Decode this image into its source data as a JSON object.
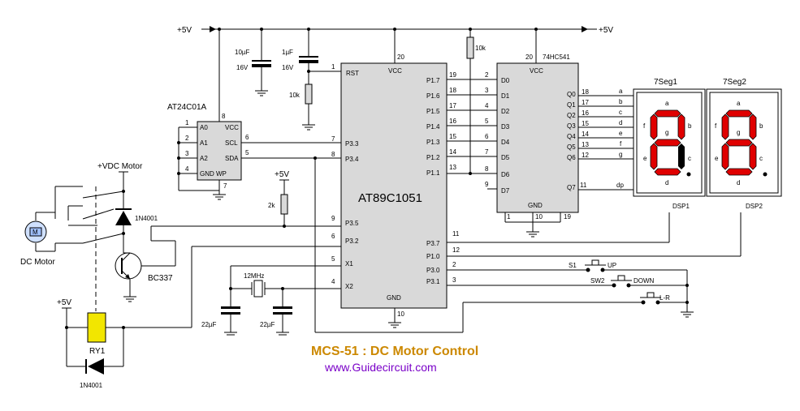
{
  "title": "MCS-51 : DC Motor Control",
  "url": "www.Guidecircuit.com",
  "supply": {
    "rail_left": "+5V",
    "rail_right": "+5V",
    "vdc_motor": "+VDC Motor",
    "relay_plus": "+5V",
    "pullup_plus": "+5V"
  },
  "mcu": {
    "name": "AT89C1051",
    "rst": "RST",
    "rst_pin": "1",
    "vcc": "VCC",
    "vcc_pin": "20",
    "gnd": "GND",
    "gnd_pin": "10",
    "left_pins": [
      {
        "num": "7",
        "name": "P3.3"
      },
      {
        "num": "8",
        "name": "P3.4"
      },
      {
        "num": "9",
        "name": "P3.5"
      },
      {
        "num": "6",
        "name": "P3.2"
      },
      {
        "num": "5",
        "name": "X1"
      },
      {
        "num": "4",
        "name": "X2"
      }
    ],
    "right_pins": [
      {
        "num": "19",
        "name": "P1.7"
      },
      {
        "num": "18",
        "name": "P1.6"
      },
      {
        "num": "17",
        "name": "P1.5"
      },
      {
        "num": "16",
        "name": "P1.4"
      },
      {
        "num": "15",
        "name": "P1.3"
      },
      {
        "num": "14",
        "name": "P1.2"
      },
      {
        "num": "13",
        "name": "P1.1"
      },
      {
        "num": "11",
        "name": "P3.7"
      },
      {
        "num": "12",
        "name": "P1.0"
      },
      {
        "num": "2",
        "name": "P3.0"
      },
      {
        "num": "3",
        "name": "P3.1"
      }
    ]
  },
  "buffer": {
    "name": "74HC541",
    "vcc": "VCC",
    "vcc_pin": "20",
    "gnd": "GND",
    "bottom_pins": [
      "1",
      "10",
      "19"
    ],
    "inputs": [
      {
        "num": "2",
        "name": "D0"
      },
      {
        "num": "3",
        "name": "D1"
      },
      {
        "num": "4",
        "name": "D2"
      },
      {
        "num": "5",
        "name": "D3"
      },
      {
        "num": "6",
        "name": "D4"
      },
      {
        "num": "7",
        "name": "D5"
      },
      {
        "num": "8",
        "name": "D6"
      },
      {
        "num": "9",
        "name": "D7"
      }
    ],
    "outputs": [
      {
        "num": "18",
        "name": "Q0",
        "seg": "a"
      },
      {
        "num": "17",
        "name": "Q1",
        "seg": "b"
      },
      {
        "num": "16",
        "name": "Q2",
        "seg": "c"
      },
      {
        "num": "15",
        "name": "Q3",
        "seg": "d"
      },
      {
        "num": "14",
        "name": "Q4",
        "seg": "e"
      },
      {
        "num": "13",
        "name": "Q5",
        "seg": "f"
      },
      {
        "num": "12",
        "name": "Q6",
        "seg": "g"
      },
      {
        "num": "11",
        "name": "Q7",
        "seg": "dp"
      }
    ]
  },
  "eeprom": {
    "name": "AT24C01A",
    "vcc_pin": "8",
    "gnd_pin": "7",
    "pins": [
      {
        "num": "1",
        "name": "A0"
      },
      {
        "num": "2",
        "name": "A1"
      },
      {
        "num": "3",
        "name": "A2"
      },
      {
        "num": "4",
        "name": "GND"
      }
    ],
    "right": [
      {
        "num": "8",
        "name": "VCC"
      },
      {
        "num": "6",
        "name": "SCL"
      },
      {
        "num": "5",
        "name": "SDA"
      },
      {
        "num": "",
        "name": "WP"
      }
    ]
  },
  "displays": [
    {
      "name": "7Seg1",
      "ref": "DSP1",
      "segs": [
        "a",
        "b",
        "c",
        "d",
        "e",
        "f",
        "g"
      ]
    },
    {
      "name": "7Seg2",
      "ref": "DSP2",
      "segs": [
        "a",
        "b",
        "c",
        "d",
        "e",
        "f",
        "g"
      ]
    }
  ],
  "parts": {
    "c1": "10µF",
    "c1v": "16V",
    "c2": "1µF",
    "c2v": "16V",
    "r_rst": "10k",
    "r_top": "10k",
    "r_pull": "2k",
    "crystal": "12MHz",
    "cx1": "22µF",
    "cx2": "22µF",
    "q": "BC337",
    "d_motor": "1N4001",
    "d_relay": "1N4001",
    "relay": "RY1",
    "motor": "DC Motor",
    "motor_symbol": "M"
  },
  "switches": [
    {
      "ref": "S1",
      "label": "UP",
      "pin": "2"
    },
    {
      "ref": "SW2",
      "label": "DOWN",
      "pin": "3"
    },
    {
      "ref": "",
      "label": "L-R",
      "pin": ""
    }
  ]
}
